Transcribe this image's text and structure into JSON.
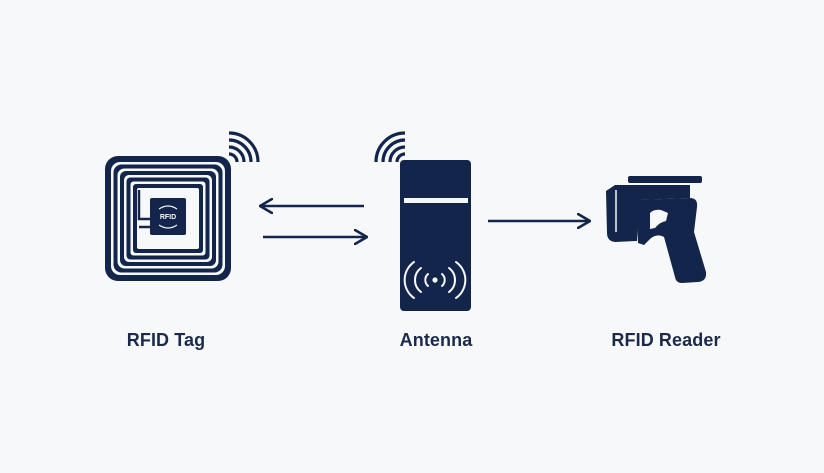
{
  "colors": {
    "background": "#f7f8f9",
    "ink": "#13254a",
    "label": "#1b2a4a"
  },
  "icons": [
    "rfid-tag-icon",
    "wireless-signal-icon",
    "antenna-tower-icon",
    "rfid-reader-gun-icon"
  ],
  "tag": {
    "label": "RFID Tag",
    "chip_text": "RFID"
  },
  "antenna": {
    "label": "Antenna"
  },
  "reader": {
    "label": "RFID Reader"
  }
}
